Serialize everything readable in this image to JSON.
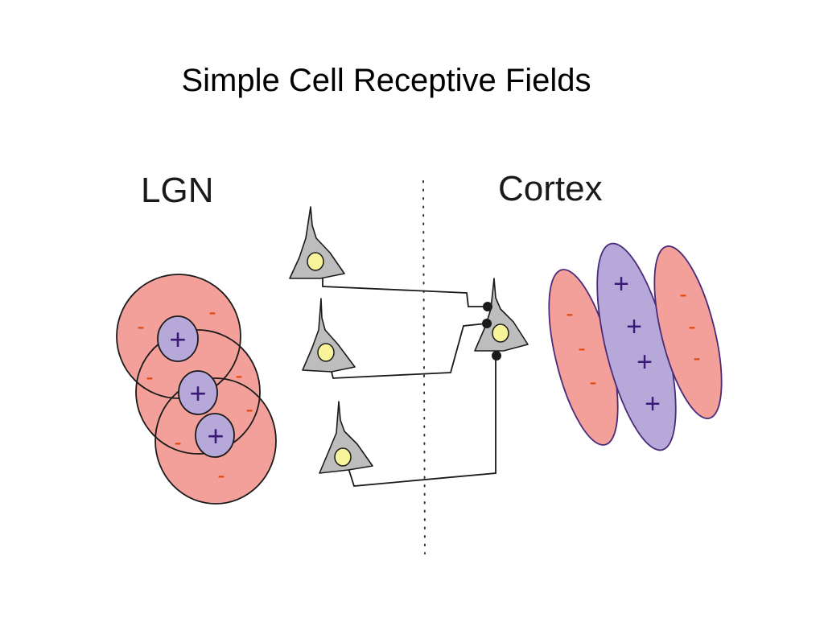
{
  "title": "Simple Cell Receptive Fields",
  "labels": {
    "lgn": "LGN",
    "cortex": "Cortex"
  },
  "symbols": {
    "on": "+",
    "off": "-"
  },
  "colors": {
    "off_fill": "#f4a09a",
    "on_fill": "#b6a8d8",
    "on_sign": "#3a1a78",
    "off_sign": "#e04a0e",
    "neuron_fill": "#bdbdbd",
    "nucleus_fill": "#f7f49a",
    "stroke": "#1a1a1a",
    "cortex_outline": "#4a2a7a"
  }
}
